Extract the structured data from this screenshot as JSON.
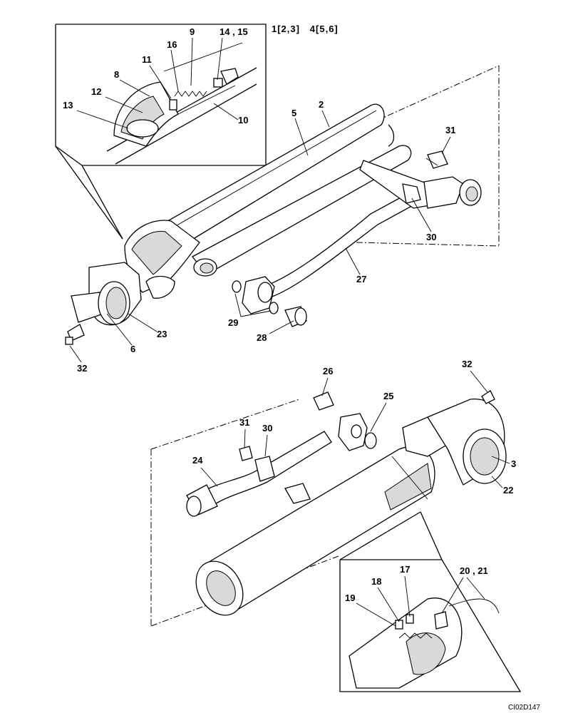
{
  "header": {
    "text": "1[2,3]   4[5,6]"
  },
  "labels": {
    "l9": "9",
    "l14_15": "14 , 15",
    "l16": "16",
    "l11": "11",
    "l8": "8",
    "l12": "12",
    "l13": "13",
    "l10": "10",
    "l5": "5",
    "l2": "2",
    "l31_top": "31",
    "l30_top": "30",
    "l27": "27",
    "l29": "29",
    "l28": "28",
    "l23": "23",
    "l6": "6",
    "l32_left": "32",
    "l26": "26",
    "l25": "25",
    "l32_right": "32",
    "l31_bot": "31",
    "l30_bot": "30",
    "l24": "24",
    "l3": "3",
    "l22": "22",
    "l17": "17",
    "l18": "18",
    "l19": "19",
    "l20_21": "20 , 21"
  },
  "figure_code": "CI02D147"
}
